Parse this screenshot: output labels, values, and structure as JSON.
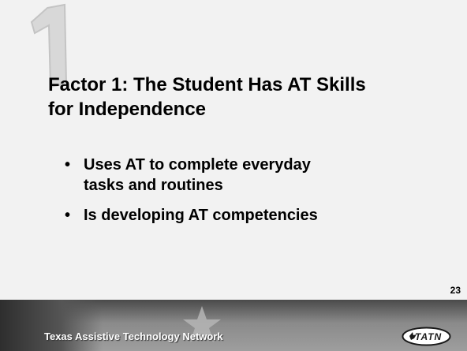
{
  "slide": {
    "numeral": "1",
    "title_lines": [
      "Factor 1: The Student Has AT Skills",
      "for Independence"
    ],
    "bullets": [
      {
        "symbol": "•",
        "lines": [
          "Uses AT to complete everyday",
          "tasks and routines"
        ]
      },
      {
        "symbol": "•",
        "lines": [
          "Is developing AT competencies"
        ]
      }
    ],
    "page_number": "23"
  },
  "footer": {
    "network_name": "Texas Assistive Technology Network",
    "logo_text": "TATN"
  },
  "colors": {
    "slide_background": "#f2f2f2",
    "numeral_fill": "#d8d8d8",
    "footer_band": "#8a8a8a",
    "text": "#000000"
  },
  "icons": [
    "numeral-1-graphic",
    "star-icon",
    "tatn-logo"
  ]
}
